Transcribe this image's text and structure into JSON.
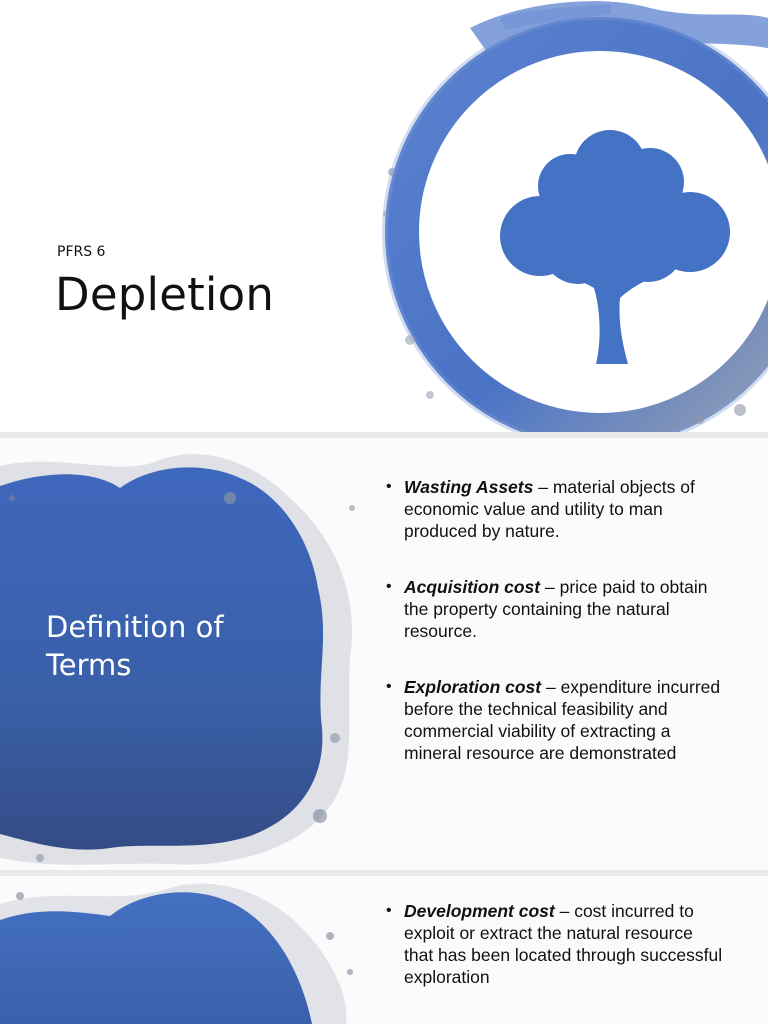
{
  "slide1": {
    "subtitle": "PFRS 6",
    "title": "Depletion",
    "icon": "tree-icon",
    "accent_color": "#4472c4"
  },
  "slide2": {
    "section_title_line1": "Definition of",
    "section_title_line2": "Terms",
    "definitions": [
      {
        "term": "Wasting Assets",
        "sep": " – ",
        "text": "material objects of economic value and utility to man produced by nature."
      },
      {
        "term": "Acquisition cost",
        "sep": " – ",
        "text": "price paid to obtain the property containing the natural resource."
      },
      {
        "term": "Exploration cost",
        "sep": " – ",
        "text": "expenditure incurred before the technical feasibility and commercial viability of extracting a mineral resource are demonstrated"
      }
    ]
  },
  "slide3": {
    "definitions": [
      {
        "term": "Development cost",
        "sep": " – ",
        "text": "cost incurred to exploit or extract the natural resource that has been located through successful exploration"
      }
    ]
  }
}
